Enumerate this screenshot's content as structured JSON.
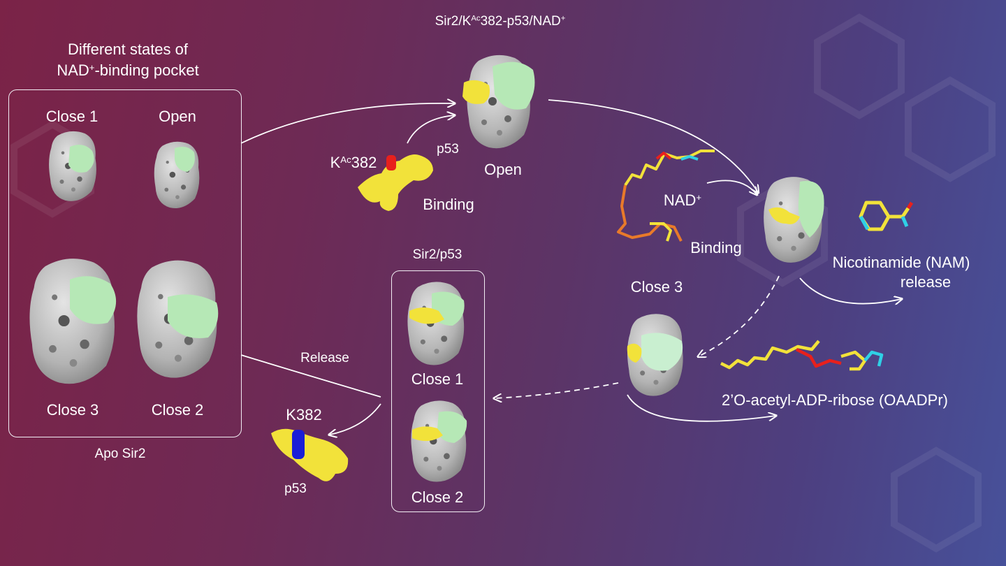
{
  "apo_panel": {
    "heading_line1": "Different states of",
    "heading_line2_prefix": "NAD",
    "heading_line2_sup": "+",
    "heading_line2_suffix": "-binding pocket",
    "states": [
      "Close 1",
      "Open",
      "Close 3",
      "Close 2"
    ],
    "caption": "Apo Sir2"
  },
  "complex": {
    "title_prefix": "Sir2/K",
    "title_sup": "Ac",
    "title_mid": "382-p53/NAD",
    "title_sup2": "+",
    "state": "Open"
  },
  "peptide_acetyl": {
    "label_prefix": "K",
    "label_sup": "Ac",
    "label_suffix": "382",
    "chain": "p53",
    "step": "Binding"
  },
  "nad": {
    "label_prefix": "NAD",
    "label_sup": "+",
    "step": "Binding"
  },
  "nam": {
    "line1": "Nicotinamide (NAM)",
    "line2": "release"
  },
  "close3": {
    "label": "Close 3"
  },
  "oaadpr": {
    "label": "2’O-acetyl-ADP-ribose (OAADPr)"
  },
  "product_panel": {
    "title": "Sir2/p53",
    "states": [
      "Close 1",
      "Close 2"
    ]
  },
  "release": {
    "label": "Release"
  },
  "peptide_deacetyl": {
    "label": "K382",
    "chain": "p53"
  },
  "colors": {
    "protein": "#b8b8b8",
    "pocket": "#b6e8b6",
    "peptide": "#f2e23a",
    "acetyl": "#e8201c",
    "lysine": "#1a1fd6",
    "cyan": "#2fd0e6"
  }
}
